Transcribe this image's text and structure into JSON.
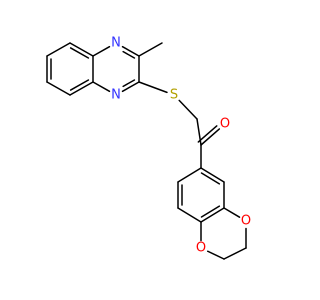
{
  "colors": {
    "background": "#ffffff",
    "bond": "#000000",
    "nitrogen": "#3333ff",
    "sulfur": "#b2a000",
    "oxygen": "#ff0000"
  },
  "atoms": [
    {
      "id": "n1",
      "element": "N",
      "label": "N",
      "color": "#3333ff"
    },
    {
      "id": "n2",
      "element": "N",
      "label": "N",
      "color": "#3333ff"
    },
    {
      "id": "s1",
      "element": "S",
      "label": "S",
      "color": "#b2a000"
    },
    {
      "id": "o1",
      "element": "O",
      "label": "O",
      "color": "#ff0000"
    },
    {
      "id": "o2",
      "element": "O",
      "label": "O",
      "color": "#ff0000"
    },
    {
      "id": "o3",
      "element": "O",
      "label": "O",
      "color": "#ff0000"
    }
  ]
}
